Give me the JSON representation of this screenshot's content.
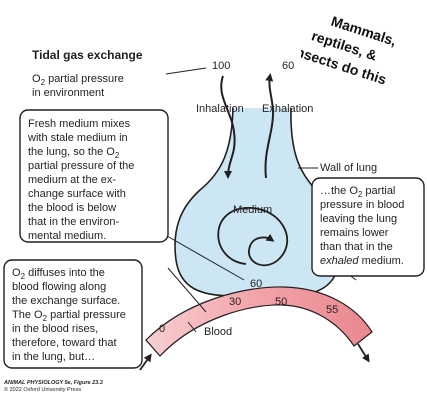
{
  "stamp": {
    "lines": [
      "Mammals,",
      "reptiles, &",
      "insects do this"
    ]
  },
  "title": "Tidal gas exchange",
  "environment": {
    "label_line1_pre": "O",
    "label_line1_sub": "2",
    "label_line1_post": " partial pressure",
    "label_line2": "in environment",
    "inhale_value": "100",
    "exhale_value": "60"
  },
  "airflow": {
    "inhalation": "Inhalation",
    "exhalation": "Exhalation"
  },
  "lung": {
    "wall_label": "Wall of lung",
    "medium_label": "Medium",
    "medium_value": "60"
  },
  "blood": {
    "label": "Blood",
    "values": [
      "0",
      "30",
      "50",
      "55"
    ]
  },
  "callouts": {
    "left_top": {
      "l1": "Fresh medium mixes",
      "l2": "with stale medium in",
      "l3": "the lung, so the O",
      "l3_sub": "2",
      "l4": "partial pressure of the",
      "l5": "medium at the ex-",
      "l6": "change surface with",
      "l7": "the blood is below",
      "l8": "that in the environ-",
      "l9": "mental medium."
    },
    "right": {
      "l1": "…the O",
      "l1_sub": "2",
      "l1_post": " partial",
      "l2": "pressure in blood",
      "l3": "leaving the lung",
      "l4": "remains lower",
      "l5": "than that in the",
      "l6_em": "exhaled",
      "l6_post": " medium."
    },
    "left_bottom": {
      "l1_pre": "O",
      "l1_sub": "2",
      "l1_post": " diffuses into the",
      "l2": "blood flowing along",
      "l3": "the exchange surface.",
      "l4_pre": "The O",
      "l4_sub": "2",
      "l4_post": " partial pressure",
      "l5": "in the blood rises,",
      "l6": "therefore, toward that",
      "l7": "in the lung, but…"
    }
  },
  "footer": {
    "line1": "ANIMAL PHYSIOLOGY 5e, Figure 23.3",
    "line2": "© 2022 Oxford University Press"
  },
  "colors": {
    "medium_fill": "#cde6f3",
    "blood_fill": "#f2a3a8",
    "stroke": "#231f20"
  }
}
